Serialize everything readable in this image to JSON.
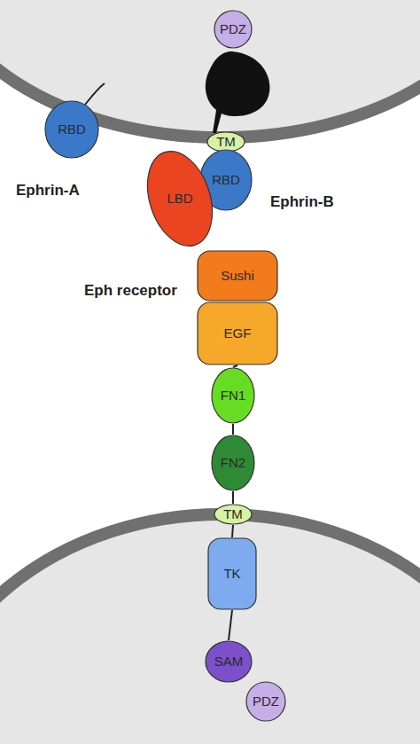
{
  "diagram": {
    "nodes": [
      {
        "text": [
          "PDZ"
        ]
      },
      {
        "text": [
          "RBD"
        ]
      },
      {
        "text": [
          "TM"
        ]
      },
      {
        "text": [
          "RBD"
        ]
      },
      {
        "text": [
          "LBD"
        ]
      },
      {
        "text": [
          "Sushi"
        ]
      },
      {
        "text": [
          "EGF"
        ]
      },
      {
        "text": [
          "FN1"
        ]
      },
      {
        "text": [
          "FN2"
        ]
      },
      {
        "text": [
          "TM"
        ]
      },
      {
        "text": [
          "TK"
        ]
      },
      {
        "text": [
          "SAM"
        ]
      },
      {
        "text": [
          "PDZ"
        ]
      }
    ],
    "edges": [
      {
        "from": 6,
        "to": 7,
        "arrow": "none"
      },
      {
        "from": 7,
        "to": 8,
        "arrow": "none"
      },
      {
        "from": 8,
        "to": 9,
        "arrow": "none"
      },
      {
        "from": 9,
        "to": 10,
        "arrow": "none"
      },
      {
        "from": 10,
        "to": 11,
        "arrow": "none"
      }
    ],
    "labels": [
      "Ephrin-A",
      "Ephrin-B",
      "Eph receptor"
    ]
  }
}
